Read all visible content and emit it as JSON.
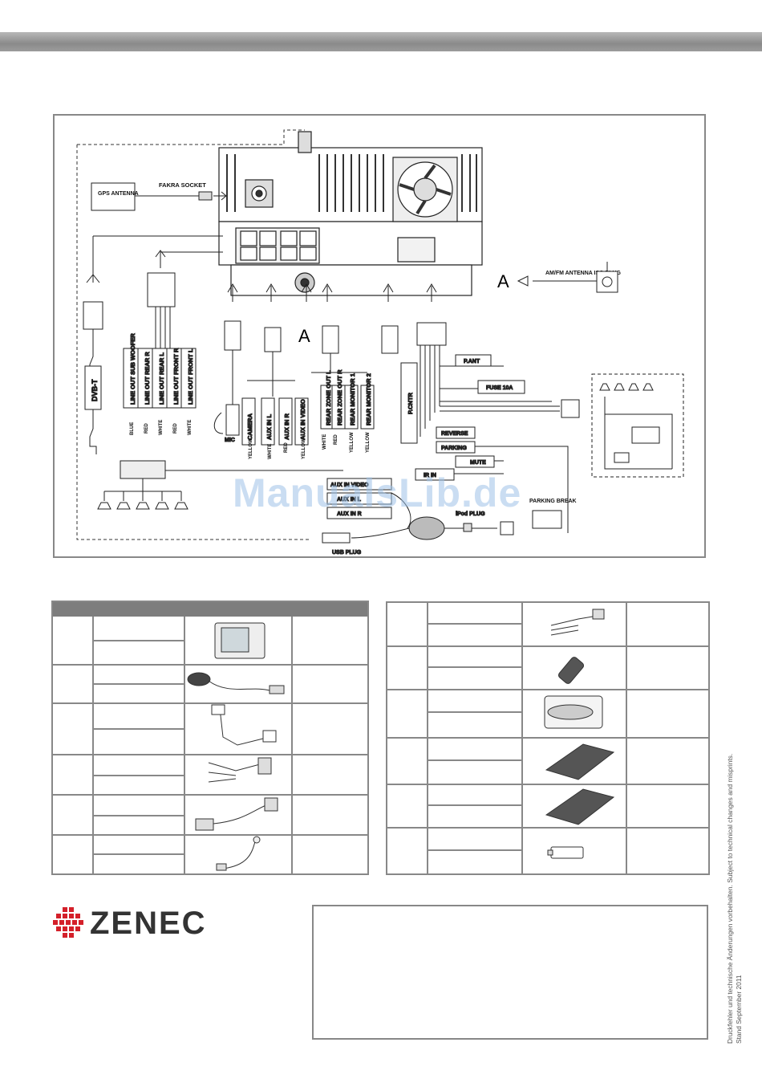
{
  "diagram": {
    "labels": {
      "gps_antenna": "GPS ANTENNA",
      "fakra_socket": "FAKRA SOCKET",
      "amfm_antenna": "AM/FM ANTENNA ISO PLUG",
      "marker_a_right": "A",
      "marker_a_center": "A",
      "dvbt": "DVB-T",
      "mic": "MIC",
      "line_out_sub": "LINE OUT SUB WOOFER",
      "line_out_rear_r": "LINE OUT REAR R",
      "line_out_rear_l": "LINE OUT REAR L",
      "line_out_front_r": "LINE OUT FRONT R",
      "line_out_front_l": "LINE OUT FRONT L",
      "camera": "CAMERA",
      "aux_in_l": "AUX IN L",
      "aux_in_r": "AUX IN R",
      "aux_in_video": "AUX IN VIDEO",
      "rear_zone_l": "REAR ZONE OUT L",
      "rear_zone_r": "REAR ZONE OUT R",
      "rear_monitor_1": "REAR MONITOR 1",
      "rear_monitor_2": "REAR MONITOR 2",
      "p_cntr": "P.CNTR",
      "p_ant": "P.ANT",
      "fuse": "FUSE 10A",
      "reverse": "REVERSE",
      "parking": "PARKING",
      "mute": "MUTE",
      "ir_in": "IR IN",
      "aux_in_video_box": "AUX IN VIDEO",
      "aux_in_box_2": "AUX IN L",
      "aux_in_box_3": "AUX IN R",
      "ipod_plug": "iPod PLUG",
      "usb_plug": "USB PLUG",
      "parking_break": "PARKING BREAK",
      "c_blue": "BLUE",
      "c_red1": "RED",
      "c_white1": "WHITE",
      "c_red2": "RED",
      "c_white2": "WHITE",
      "c_yellow1": "YELLOW",
      "c_white3": "WHITE",
      "c_red3": "RED",
      "c_yellow2": "YELLOW",
      "c_white4": "WHITE",
      "c_red4": "RED",
      "c_yellow3": "YELLOW",
      "c_yellow4": "YELLOW"
    }
  },
  "watermark": "ManualsLib.de",
  "brand": {
    "name": "ZENEC",
    "accent": "#d4202a"
  },
  "legal": {
    "line1": "Druckfehler und technische Änderungen vorbehalten. Subject to technical changes and misprints.",
    "line2": "Stand September 2011"
  }
}
